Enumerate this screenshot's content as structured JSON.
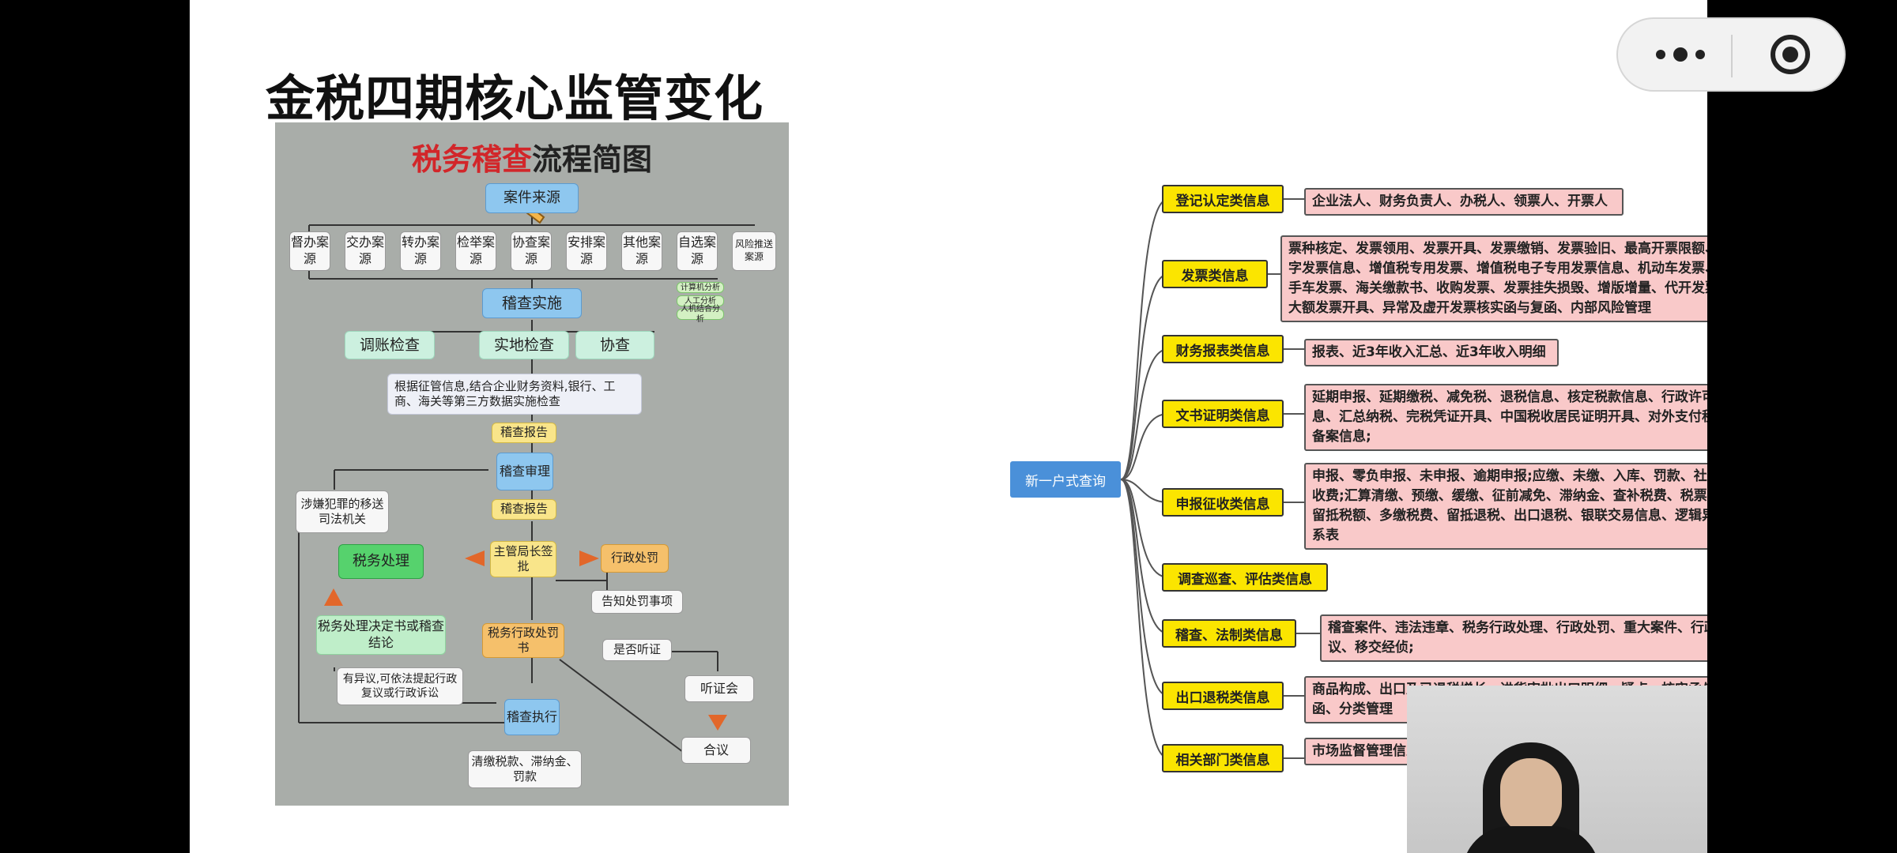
{
  "slide": {
    "title": "金税四期核心监管变化"
  },
  "capsule": {
    "more_icon": "more-dots-icon",
    "close_icon": "target-close-icon"
  },
  "flowchart": {
    "title_red": "税务稽查",
    "title_black": "流程简图",
    "case_source": "案件来源",
    "sources": [
      "督办案源",
      "交办案源",
      "转办案源",
      "检举案源",
      "协查案源",
      "安排案源",
      "其他案源",
      "自选案源",
      "风险推送案源"
    ],
    "side_notes": [
      "计算机分析",
      "人工分析",
      "人机结合分析"
    ],
    "audit_impl": "稽查实施",
    "methods": [
      "调账检查",
      "实地检查",
      "协查"
    ],
    "basis": "根据征管信息,结合企业财务资料,银行、工商、海关等第三方数据实施检查",
    "report1": "稽查报告",
    "review": "稽查审理",
    "transfer": "涉嫌犯罪的移送司法机关",
    "report2": "稽查报告",
    "tax_handling": "税务处理",
    "director": "主管局长签批",
    "admin_penalty": "行政处罚",
    "notify": "告知处罚事项",
    "decision": "税务处理决定书或稽查结论",
    "penalty_doc": "税务行政处罚书",
    "hearing_q": "是否听证",
    "objection": "有异议,可依法提起行政复议或行政诉讼",
    "hearing": "听证会",
    "execution": "稽查执行",
    "collect": "清缴税款、滞纳金、罚款",
    "deliberation": "合议"
  },
  "mindmap": {
    "root": "新一户式查询",
    "categories": [
      {
        "label": "登记认定类信息",
        "detail": "企业法人、财务负责人、办税人、领票人、开票人"
      },
      {
        "label": "发票类信息",
        "detail": "票种核定、发票领用、发票开具、发票缴销、发票验旧、最高开票限额、红字发票信息、增值税专用发票、增值税电子专用发票信息、机动车发票、二手车发票、海关缴款书、收购发票、发票挂失损毁、增版增量、代开发票、大额发票开具、异常及虚开发票核实函与复函、内部风险管理"
      },
      {
        "label": "财务报表类信息",
        "detail": "报表、近3年收入汇总、近3年收入明细"
      },
      {
        "label": "文书证明类信息",
        "detail": "延期申报、延期缴税、减免税、退税信息、核定税款信息、行政许可信息、汇总纳税、完税凭证开具、中国税收居民证明开具、对外支付税务备案信息;"
      },
      {
        "label": "申报征收类信息",
        "detail": "申报、零负申报、未申报、逾期申报;应缴、未缴、入库、罚款、社保、收费;汇算清缴、预缴、缓缴、征前减免、滞纳金、查补税费、税票作废;留抵税额、多缴税费、留抵退税、出口退税、银联交易信息、逻辑异常关系表"
      },
      {
        "label": "调查巡查、评估类信息",
        "detail": ""
      },
      {
        "label": "稽查、法制类信息",
        "detail": "稽查案件、违法违章、税务行政处理、行政处罚、重大案件、行政复议、移交经侦;"
      },
      {
        "label": "出口退税类信息",
        "detail": "商品构成、出口及已退税增长、进货审批出口明细、疑点、核实函与复函、分类管理"
      },
      {
        "label": "相关部门类信息",
        "detail": "市场监督管理信息、公安信息、统计信息、证监信息、网络爬虫"
      }
    ]
  },
  "webcam": {
    "label": "presenter-video"
  }
}
